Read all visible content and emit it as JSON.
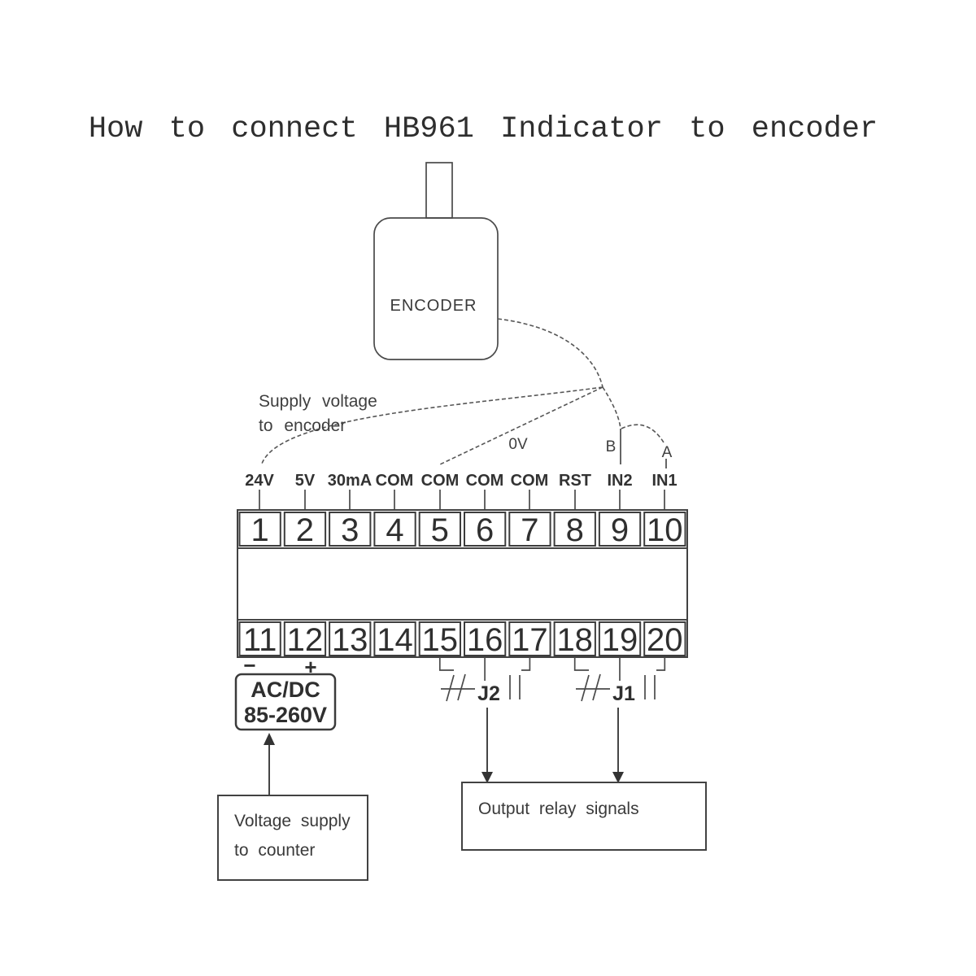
{
  "title": "How to connect HB961 Indicator to encoder",
  "encoder": {
    "label": "ENCODER"
  },
  "annotations": {
    "supply_line1": "Supply voltage",
    "supply_line2": "to encoder",
    "zero_volt": "0V",
    "channel_b": "B",
    "channel_a": "A"
  },
  "terminal_labels": [
    "24V",
    "5V",
    "30mA",
    "COM",
    "COM",
    "COM",
    "COM",
    "RST",
    "IN2",
    "IN1"
  ],
  "terminals_top": [
    "1",
    "2",
    "3",
    "4",
    "5",
    "6",
    "7",
    "8",
    "9",
    "10"
  ],
  "terminals_bottom": [
    "11",
    "12",
    "13",
    "14",
    "15",
    "16",
    "17",
    "18",
    "19",
    "20"
  ],
  "polarity": {
    "minus": "−",
    "plus": "+"
  },
  "power_box": {
    "line1": "AC/DC",
    "line2": "85-260V"
  },
  "relays": {
    "j2": "J2",
    "j1": "J1"
  },
  "voltage_supply_box": {
    "line1": "Voltage supply",
    "line2": "to counter"
  },
  "output_box": {
    "label": "Output relay signals"
  },
  "colors": {
    "background": "#ffffff",
    "line": "#4a4a4a",
    "text": "#333333"
  }
}
